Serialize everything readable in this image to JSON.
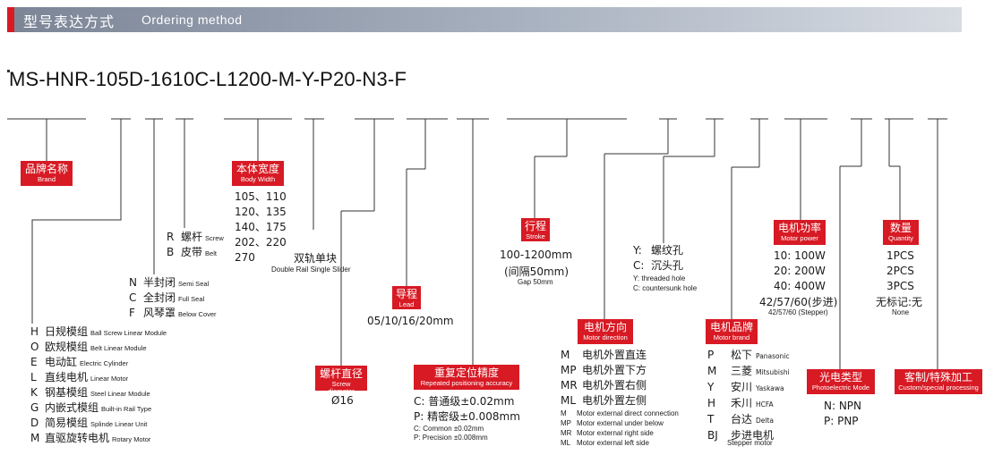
{
  "header": {
    "title_cn": "型号表达方式",
    "title_en": "Ordering method"
  },
  "model_code": "MS-HNR-105D-1610C-L1200-M-Y-P20-N3-F",
  "brand": {
    "tag_cn": "品牌名称",
    "tag_en": "Brand"
  },
  "type": {
    "items": [
      {
        "k": "H",
        "v": "日规模组",
        "e": "Ball Screw Linear Module"
      },
      {
        "k": "O",
        "v": "欧规模组",
        "e": "Belt Linear Module"
      },
      {
        "k": "E",
        "v": "电动缸",
        "e": "Electric Cylinder"
      },
      {
        "k": "L",
        "v": "直线电机",
        "e": "Linear Motor"
      },
      {
        "k": "K",
        "v": "钢基模组",
        "e": "Steel Linear Module"
      },
      {
        "k": "G",
        "v": "内嵌式模组",
        "e": "Built-in Rail Type"
      },
      {
        "k": "D",
        "v": "简易模组",
        "e": "Splinde Linear Unit"
      },
      {
        "k": "M",
        "v": "直驱旋转电机",
        "e": "Rotary Motor"
      }
    ]
  },
  "seal": {
    "items": [
      {
        "k": "N",
        "v": "半封闭",
        "e": "Semi Seal"
      },
      {
        "k": "C",
        "v": "全封闭",
        "e": "Full Seal"
      },
      {
        "k": "F",
        "v": "风琴罩",
        "e": "Below Cover"
      }
    ]
  },
  "drive": {
    "items": [
      {
        "k": "R",
        "v": "螺杆",
        "e": "Screw"
      },
      {
        "k": "B",
        "v": "皮带",
        "e": "Belt"
      }
    ]
  },
  "body_width": {
    "tag_cn": "本体宽度",
    "tag_en": "Body Width",
    "values": [
      "105、110",
      "120、135",
      "140、175",
      "202、220",
      "270"
    ]
  },
  "slider": {
    "cn": "双轨单块",
    "en": "Double Rail Single Slider"
  },
  "screw_diameter": {
    "tag_cn": "螺杆直径",
    "tag_en": "Screw diameter",
    "value": "Ø16"
  },
  "lead": {
    "tag_cn": "导程",
    "tag_en": "Lead",
    "value": "05/10/16/20mm"
  },
  "accuracy": {
    "tag_cn": "重复定位精度",
    "tag_en": "Repeated positioning accuracy",
    "items": [
      {
        "k": "C",
        "v": "普通级±0.02mm"
      },
      {
        "k": "P",
        "v": "精密级±0.008mm"
      }
    ],
    "notes": [
      "C: Common ±0.02mm",
      "P: Precision ±0.008mm"
    ]
  },
  "stroke": {
    "tag_cn": "行程",
    "tag_en": "Stroke",
    "value": "100-1200mm",
    "gap_cn": "(间隔50mm)",
    "gap_en": "Gap 50mm"
  },
  "motor_direction": {
    "tag_cn": "电机方向",
    "tag_en": "Motor direction",
    "items": [
      {
        "k": "M",
        "v": "电机外置直连"
      },
      {
        "k": "MP",
        "v": "电机外置下方"
      },
      {
        "k": "MR",
        "v": "电机外置右侧"
      },
      {
        "k": "ML",
        "v": "电机外置左侧"
      }
    ],
    "notes": [
      {
        "k": "M",
        "v": "Motor external direct connection"
      },
      {
        "k": "MP",
        "v": "Motor external under below"
      },
      {
        "k": "MR",
        "v": "Motor external right side"
      },
      {
        "k": "ML",
        "v": "Motor external left side"
      }
    ]
  },
  "hole": {
    "items": [
      {
        "k": "Y:",
        "v": "螺纹孔"
      },
      {
        "k": "C:",
        "v": "沉头孔"
      }
    ],
    "notes": [
      "Y: threaded hole",
      "C: countersunk hole"
    ]
  },
  "motor_brand": {
    "tag_cn": "电机品牌",
    "tag_en": "Motor brand",
    "items": [
      {
        "k": "P",
        "v": "松下",
        "e": "Panasonic"
      },
      {
        "k": "M",
        "v": "三菱",
        "e": "Mitsubishi"
      },
      {
        "k": "Y",
        "v": "安川",
        "e": "Yaskawa"
      },
      {
        "k": "H",
        "v": "禾川",
        "e": "HCFA"
      },
      {
        "k": "T",
        "v": "台达",
        "e": "Delta"
      },
      {
        "k": "BJ",
        "v": "步进电机",
        "e": ""
      }
    ],
    "stepper_en": "Stepper motor"
  },
  "motor_power": {
    "tag_cn": "电机功率",
    "tag_en": "Motor power",
    "values": [
      "10: 100W",
      "20: 200W",
      "40: 400W",
      "42/57/60(步进)"
    ],
    "note": "42/57/60 (Stepper)"
  },
  "photoelectric": {
    "tag_cn": "光电类型",
    "tag_en": "Photoelectric Mode",
    "values": [
      "N: NPN",
      "P: PNP"
    ]
  },
  "quantity": {
    "tag_cn": "数量",
    "tag_en": "Quantity",
    "values": [
      "1PCS",
      "2PCS",
      "3PCS",
      "无标记:无"
    ],
    "note": "None"
  },
  "custom": {
    "tag_cn": "客制/特殊加工",
    "tag_en": "Custom/special processing"
  },
  "colors": {
    "accent": "#d71a24",
    "line": "#333333",
    "header_gray": "#7b8596"
  }
}
